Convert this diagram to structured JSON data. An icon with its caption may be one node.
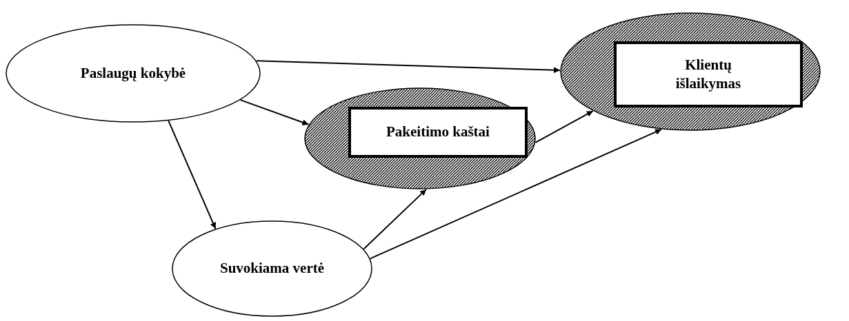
{
  "diagram": {
    "nodes": [
      {
        "text": [
          "Paslaugų kokybė"
        ]
      },
      {
        "text": [],
        "shape": "ellipse"
      },
      {
        "text": [
          "Klientų išlaikymas"
        ],
        "in": 1
      },
      {
        "text": [],
        "shape": "ellipse"
      },
      {
        "text": [
          "Pakeitimo kaštai"
        ],
        "in": 3
      },
      {
        "text": [
          "Suvokiama vertė"
        ]
      }
    ],
    "edges": [
      {
        "from": 0,
        "to": 1,
        "arrow": "to"
      },
      {
        "from": 0,
        "to": 3,
        "arrow": "to"
      },
      {
        "from": 0,
        "to": 5,
        "arrow": "to"
      },
      {
        "from": 3,
        "to": 1,
        "arrow": "to"
      },
      {
        "from": 5,
        "to": 3,
        "arrow": "to"
      },
      {
        "from": 5,
        "to": 1,
        "arrow": "to"
      }
    ]
  }
}
